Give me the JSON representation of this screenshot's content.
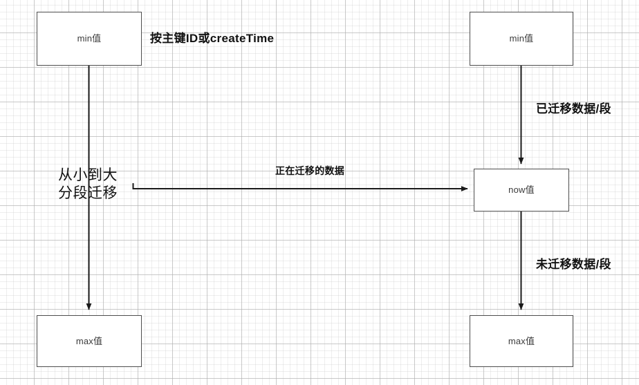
{
  "diagram": {
    "title": "按主键ID或createTime",
    "nodes": {
      "left_min": {
        "label": "min值"
      },
      "left_max": {
        "label": "max值"
      },
      "right_min": {
        "label": "min值"
      },
      "right_now": {
        "label": "now值"
      },
      "right_max": {
        "label": "max值"
      }
    },
    "annotations": {
      "left_flow_line1": "从小到大",
      "left_flow_line2": "分段迁移",
      "migrating": "正在迁移的数据",
      "migrated": "已迁移数据/段",
      "not_migrated": "未迁移数据/段"
    },
    "colors": {
      "node_border": "#4d4d4d",
      "node_fill": "#ffffff",
      "edge": "#1a1a1a",
      "text": "#111111",
      "node_text": "#3a3a3a",
      "grid_major": "#aaaaaa",
      "grid_minor": "#c8c8c8",
      "background": "#ffffff"
    },
    "icons": {
      "arrow_down": "arrow-down-icon",
      "arrow_right": "arrow-right-icon"
    }
  }
}
